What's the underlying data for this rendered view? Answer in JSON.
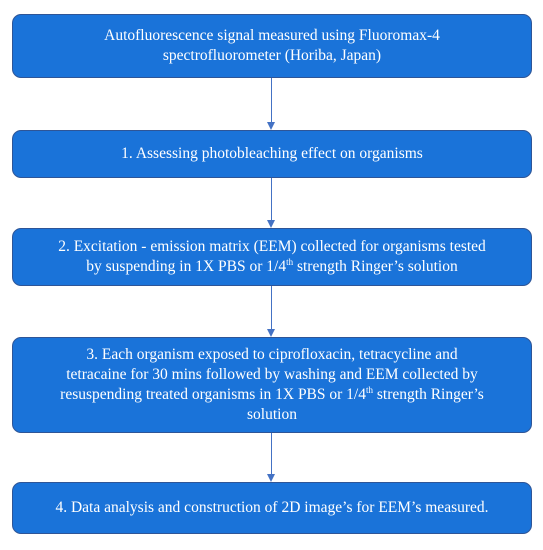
{
  "colors": {
    "box_fill": "#1a73d9",
    "box_border": "#2e5597",
    "arrow": "#4472c4",
    "text": "#ffffff"
  },
  "steps": [
    {
      "lines": [
        "Autofluorescence signal measured using Fluoromax-4",
        "spectrofluorometer (Horiba, Japan)"
      ]
    },
    {
      "lines": [
        "1. Assessing photobleaching effect on organisms"
      ]
    },
    {
      "lines": [
        "2. Excitation - emission matrix (EEM) collected for organisms tested",
        "by suspending in 1X PBS or 1/4"
      ],
      "sup": "th",
      "tail": " strength Ringer’s solution"
    },
    {
      "lines": [
        "3. Each organism exposed to ciprofloxacin, tetracycline and",
        "tetracaine for 30 mins followed by washing and EEM collected by",
        "resuspending treated organisms in 1X PBS or 1/4"
      ],
      "sup": "th",
      "tail": " strength Ringer’s",
      "last": "solution"
    },
    {
      "lines": [
        "4. Data analysis and construction of 2D image’s for EEM’s measured."
      ]
    }
  ]
}
